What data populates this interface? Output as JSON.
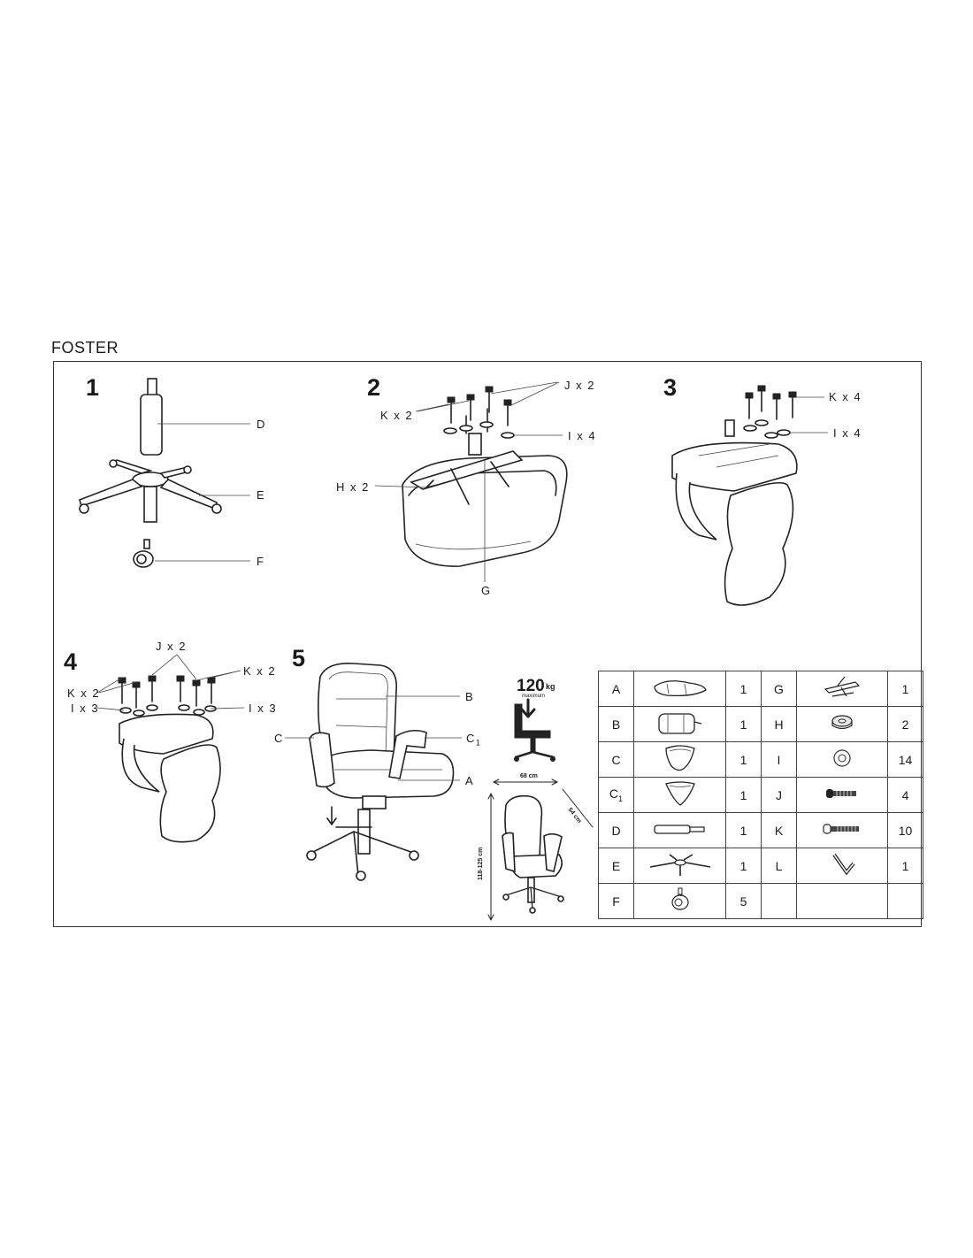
{
  "title": "FOSTER",
  "steps": [
    "1",
    "2",
    "3",
    "4",
    "5"
  ],
  "step1_labels": {
    "D": "D",
    "E": "E",
    "F": "F"
  },
  "step2_labels": {
    "J": "J x 2",
    "K": "K x 2",
    "I": "I x 4",
    "H": "H x 2",
    "G": "G"
  },
  "step3_labels": {
    "K": "K x 4",
    "I": "I x 4"
  },
  "step4_labels": {
    "J": "J x 2",
    "K_left": "K x 2",
    "K_right": "K x 2",
    "I_left": "I x 3",
    "I_right": "I x 3"
  },
  "step5_labels": {
    "B": "B",
    "C": "C",
    "C1": "C",
    "C1_sub": "1",
    "A": "A"
  },
  "weight": {
    "value": "120",
    "unit": "kg",
    "note": "maximum"
  },
  "dimensions": {
    "width": "68 cm",
    "depth": "54 cm",
    "height": "118-125 cm"
  },
  "icons": [
    "seat-icon",
    "backrest-icon",
    "armrest-icon",
    "gas-lift-icon",
    "base-icon",
    "castor-icon",
    "mechanism-icon",
    "washer-icon",
    "screw-icon",
    "allen-key-icon"
  ],
  "parts_left": [
    {
      "code": "A",
      "sub": "",
      "qty": "1"
    },
    {
      "code": "B",
      "sub": "",
      "qty": "1"
    },
    {
      "code": "C",
      "sub": "",
      "qty": "1"
    },
    {
      "code": "C",
      "sub": "1",
      "qty": "1"
    },
    {
      "code": "D",
      "sub": "",
      "qty": "1"
    },
    {
      "code": "E",
      "sub": "",
      "qty": "1"
    },
    {
      "code": "F",
      "sub": "",
      "qty": "5"
    }
  ],
  "parts_right": [
    {
      "code": "G",
      "qty": "1"
    },
    {
      "code": "H",
      "qty": "2"
    },
    {
      "code": "I",
      "qty": "14"
    },
    {
      "code": "J",
      "qty": "4"
    },
    {
      "code": "K",
      "qty": "10"
    },
    {
      "code": "L",
      "qty": "1"
    },
    {
      "code": "",
      "qty": ""
    }
  ]
}
